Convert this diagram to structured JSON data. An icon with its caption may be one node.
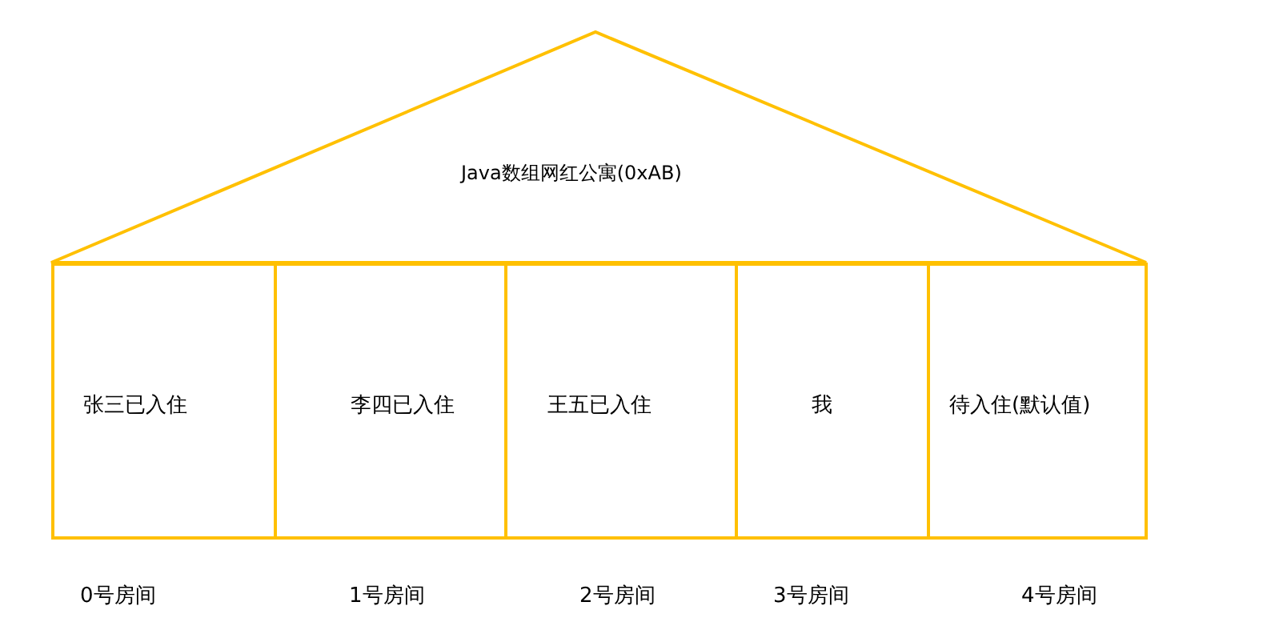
{
  "diagram": {
    "nodes": [
      {
        "text": [
          "Java数组网红公寓(0xAB)"
        ]
      },
      {
        "text": [
          "张三已入住"
        ],
        "beside": [
          "0号房间"
        ]
      },
      {
        "text": [
          "李四已入住"
        ],
        "beside": [
          "1号房间"
        ]
      },
      {
        "text": [
          "王五已入住"
        ],
        "beside": [
          "2号房间"
        ]
      },
      {
        "text": [
          "我"
        ],
        "beside": [
          "3号房间"
        ]
      },
      {
        "text": [
          "待入住(默认值)"
        ],
        "beside": [
          "4号房间"
        ]
      }
    ]
  }
}
